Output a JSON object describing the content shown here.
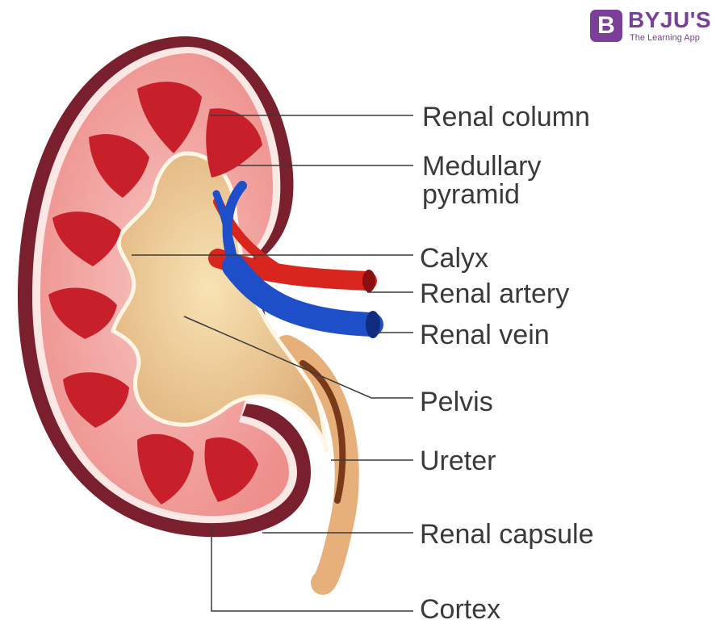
{
  "brand": {
    "name": "BYJU'S",
    "tagline": "The Learning App",
    "badge_letter": "B",
    "color": "#7a3f98"
  },
  "labels": {
    "renal_column": "Renal column",
    "medullary_line1": "Medullary",
    "medullary_line2": "pyramid",
    "calyx": "Calyx",
    "renal_artery": "Renal artery",
    "renal_vein": "Renal vein",
    "pelvis": "Pelvis",
    "ureter": "Ureter",
    "renal_capsule": "Renal capsule",
    "cortex": "Cortex"
  },
  "colors": {
    "capsule": "#7a1f2e",
    "cortex": "#f0a7a7",
    "pyramid": "#c8202b",
    "pelvis": "#ecc79a",
    "artery": "#d8261f",
    "vein": "#1f4fc8",
    "ureter": "#e7b07a",
    "leader_line": "#3a3a3a"
  }
}
